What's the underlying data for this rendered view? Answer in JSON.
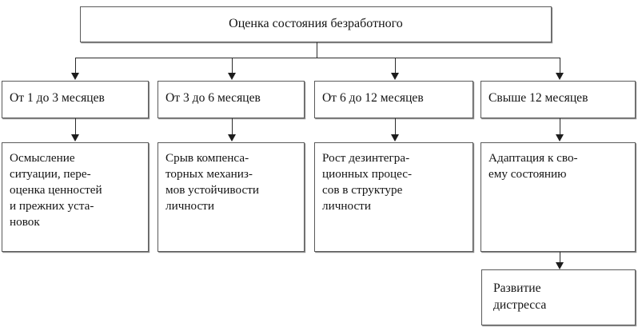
{
  "diagram": {
    "type": "flowchart",
    "language": "ru",
    "title_box": {
      "label": "Оценка состояния безработного"
    },
    "periods": [
      {
        "label": "От 1 до 3 месяцев"
      },
      {
        "label": "От 3 до 6 месяцев"
      },
      {
        "label": "От 6 до 12 месяцев"
      },
      {
        "label": "Свыше 12 месяцев"
      }
    ],
    "descriptions": [
      {
        "label": "Осмысление\nситуации, пере-\nоценка ценностей\nи прежних уста-\nновок"
      },
      {
        "label": "Срыв компенса-\nторных механиз-\nмов устойчивости\nличности"
      },
      {
        "label": "Рост дезинтегра-\nционных процес-\nсов в структуре\nличности"
      },
      {
        "label": "Адаптация к сво-\nему состоянию"
      }
    ],
    "outcome": {
      "label": "Развитие\nдистресса"
    },
    "colors": {
      "box_border": "#5a5a5a",
      "box_shadow": "#8e8e8e",
      "connector": "#2b2b2b",
      "background": "#ffffff",
      "text": "#141414"
    }
  }
}
